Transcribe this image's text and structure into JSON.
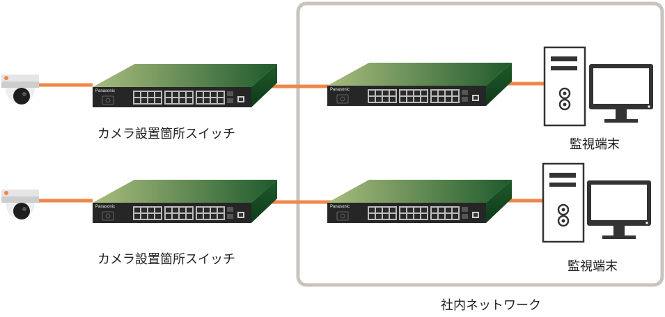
{
  "labels": {
    "camera_switch": "カメラ設置箇所スイッチ",
    "monitor_terminal": "監視端末",
    "internal_network": "社内ネットワーク"
  },
  "devices": {
    "switch_brand": "Panasonic"
  },
  "colors": {
    "cable": "#f0874a",
    "network_border": "#c8c3bd",
    "switch_top_light": "#a9bd7e",
    "switch_top_dark": "#1f5a2c",
    "switch_front": "#262626"
  }
}
